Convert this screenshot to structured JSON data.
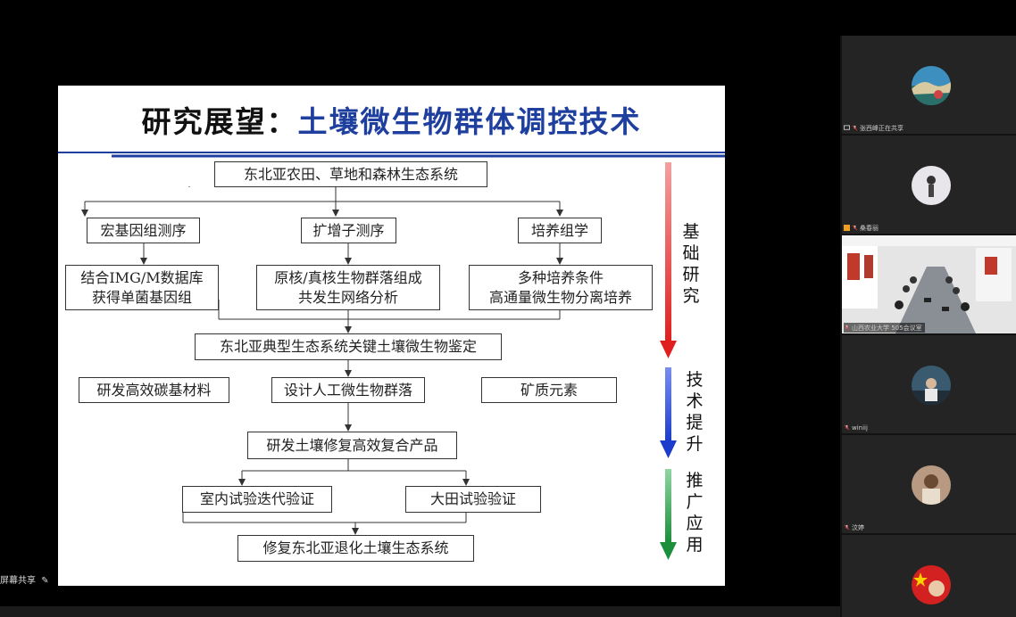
{
  "slide": {
    "title_prefix": "研究展望：",
    "title_main": "土壤微生物群体调控技术",
    "flow": {
      "ecosystem": "东北亚农田、草地和森林生态系统",
      "methods": [
        "宏基因组测序",
        "扩增子测序",
        "培养组学"
      ],
      "results": [
        [
          "结合IMG/M数据库",
          "获得单菌基因组"
        ],
        [
          "原核/真核生物群落组成",
          "共发生网络分析"
        ],
        [
          "多种培养条件",
          "高通量微生物分离培养"
        ]
      ],
      "key_identification": "东北亚典型生态系统关键土壤微生物鉴定",
      "materials": [
        "研发高效碳基材料",
        "设计人工微生物群落",
        "矿质元素"
      ],
      "product": "研发土壤修复高效复合产品",
      "validation": [
        "室内试验迭代验证",
        "大田试验验证"
      ],
      "final": "修复东北亚退化土壤生态系统"
    },
    "stages": [
      {
        "chars": [
          "基",
          "础",
          "研",
          "究"
        ],
        "color": "#e0201e"
      },
      {
        "chars": [
          "技",
          "术",
          "提",
          "升"
        ],
        "color": "#1c3dcc"
      },
      {
        "chars": [
          "推",
          "广",
          "应",
          "用"
        ],
        "color": "#1b8f3a"
      }
    ]
  },
  "share_status": "屏幕共享",
  "participants": [
    {
      "name": "张西峰正在共享",
      "avatar": "landscape",
      "status_icon": "screen-share-icon"
    },
    {
      "name": "桑春丽",
      "avatar": "person",
      "status_icon": "mic-off-icon"
    },
    {
      "name": "山西农业大学 505会议室",
      "avatar": "video",
      "status_icon": "mic-off-icon"
    },
    {
      "name": "winiij",
      "avatar": "person-dark",
      "status_icon": "mic-off-icon"
    },
    {
      "name": "汶婷",
      "avatar": "person-beige",
      "status_icon": "mic-off-icon"
    },
    {
      "name": "",
      "avatar": "flag-red",
      "status_icon": ""
    }
  ]
}
